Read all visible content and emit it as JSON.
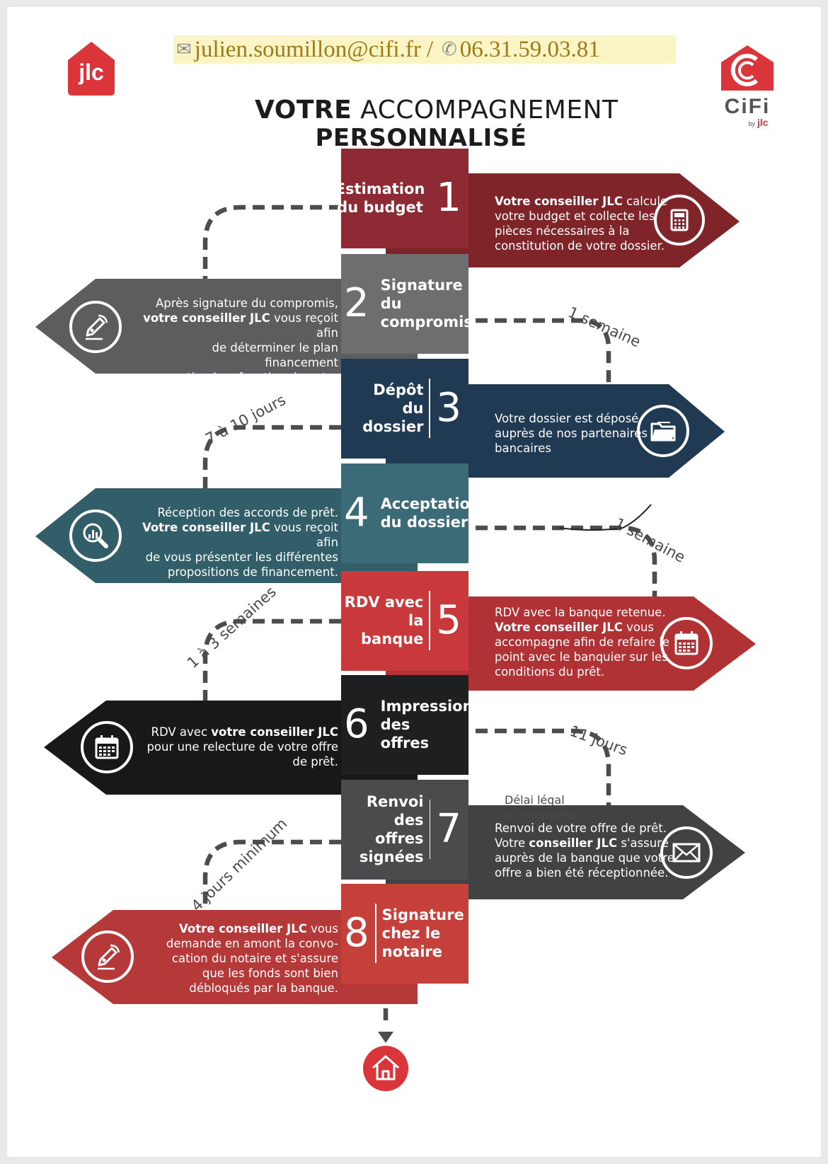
{
  "contact": {
    "email": "julien.soumillon@cifi.fr",
    "separator": "/",
    "phone": "06.31.59.03.81"
  },
  "title": {
    "line1_bold": "VOTRE",
    "line1_rest": "ACCOMPAGNEMENT",
    "line2": "PERSONNALISÉ"
  },
  "logos": {
    "jlc": "jlc",
    "cifi": "CiFi",
    "cifi_by": "by",
    "cifi_by_brand": "jlc"
  },
  "colors": {
    "step1": "#8e2a33",
    "step2": "#6d6e70",
    "step3": "#1f3a52",
    "step4": "#3a6b77",
    "step5": "#c9383b",
    "step6": "#1e1f21",
    "step7": "#4a4b4d",
    "step8": "#c6403b"
  },
  "steps": [
    {
      "number": "1",
      "label_lines": [
        "Estimation",
        "du budget"
      ],
      "icon": "calculator-icon",
      "desc": [
        [
          {
            "b": "Votre conseiller JLC"
          },
          {
            "t": " calcule"
          }
        ],
        [
          {
            "t": "votre budget et collecte les"
          }
        ],
        [
          {
            "t": "pièces nécessaires à la"
          }
        ],
        [
          {
            "t": "constitution de votre dossier."
          }
        ]
      ]
    },
    {
      "number": "2",
      "label_lines": [
        "Signature",
        "du",
        "compromis"
      ],
      "icon": "fountain-pen-icon",
      "desc": [
        [
          {
            "t": "Après signature du compromis,"
          }
        ],
        [
          {
            "b": "votre conseiller JLC"
          },
          {
            "t": " vous reçoit afin"
          }
        ],
        [
          {
            "t": "de déterminer le plan financement"
          }
        ],
        [
          {
            "t": "optimal en fonction de votre profil."
          }
        ]
      ]
    },
    {
      "number": "3",
      "label_lines": [
        "Dépôt",
        "du dossier"
      ],
      "icon": "folder-icon",
      "desc": [
        [
          {
            "t": "Votre dossier est déposé"
          }
        ],
        [
          {
            "t": "auprès de nos partenaires"
          }
        ],
        [
          {
            "t": "bancaires"
          }
        ]
      ]
    },
    {
      "number": "4",
      "label_lines": [
        "Acceptation",
        "du dossier"
      ],
      "icon": "magnifier-chart-icon",
      "desc": [
        [
          {
            "t": "Réception des accords de prêt."
          }
        ],
        [
          {
            "b": "Votre conseiller JLC"
          },
          {
            "t": " vous reçoit afin"
          }
        ],
        [
          {
            "t": "de vous présenter les différentes"
          }
        ],
        [
          {
            "t": "propositions de financement."
          }
        ]
      ]
    },
    {
      "number": "5",
      "label_lines": [
        "RDV avec",
        "la banque"
      ],
      "icon": "calendar-icon",
      "desc": [
        [
          {
            "t": "RDV avec la banque retenue."
          }
        ],
        [
          {
            "b": "Votre conseiller JLC"
          },
          {
            "t": " vous"
          }
        ],
        [
          {
            "t": "accompagne afin de refaire le"
          }
        ],
        [
          {
            "t": "point avec le banquier sur les"
          }
        ],
        [
          {
            "t": "conditions du prêt."
          }
        ]
      ]
    },
    {
      "number": "6",
      "label_lines": [
        "Impression",
        "des",
        "offres"
      ],
      "icon": "calendar-icon",
      "desc": [
        [
          {
            "t": "RDV avec "
          },
          {
            "b": "votre conseiller JLC"
          }
        ],
        [
          {
            "t": "pour une relecture de votre offre"
          }
        ],
        [
          {
            "t": "de prêt."
          }
        ]
      ]
    },
    {
      "number": "7",
      "label_lines": [
        "Renvoi des",
        "offres",
        "signées"
      ],
      "icon": "envelope-icon",
      "desc": [
        [
          {
            "t": "Renvoi de votre offre de prêt."
          }
        ],
        [
          {
            "t": "Votre "
          },
          {
            "b": "conseiller JLC"
          },
          {
            "t": " s'assure"
          }
        ],
        [
          {
            "t": "auprès de la banque que votre"
          }
        ],
        [
          {
            "t": "offre a bien été réceptionnée."
          }
        ]
      ]
    },
    {
      "number": "8",
      "label_lines": [
        "Signature",
        "chez le",
        "notaire"
      ],
      "icon": "fountain-pen-icon",
      "desc": [
        [
          {
            "b": "Votre conseiller JLC"
          },
          {
            "t": " vous"
          }
        ],
        [
          {
            "t": "demande en amont la convo-"
          }
        ],
        [
          {
            "t": "cation du notaire et s'assure"
          }
        ],
        [
          {
            "t": "que les fonds sont bien"
          }
        ],
        [
          {
            "t": "débloqués par la banque."
          }
        ]
      ]
    }
  ],
  "durations": {
    "d1": "1 semaine",
    "d2": "7 à 10 jours",
    "d3": "1 semaine",
    "d4": "1 à 3 semaines",
    "d5": "11 jours",
    "d6": "4 jours minimum"
  },
  "legal_note": [
    "Délai légal",
    "d'acceptation"
  ],
  "end_icon": "house-icon"
}
